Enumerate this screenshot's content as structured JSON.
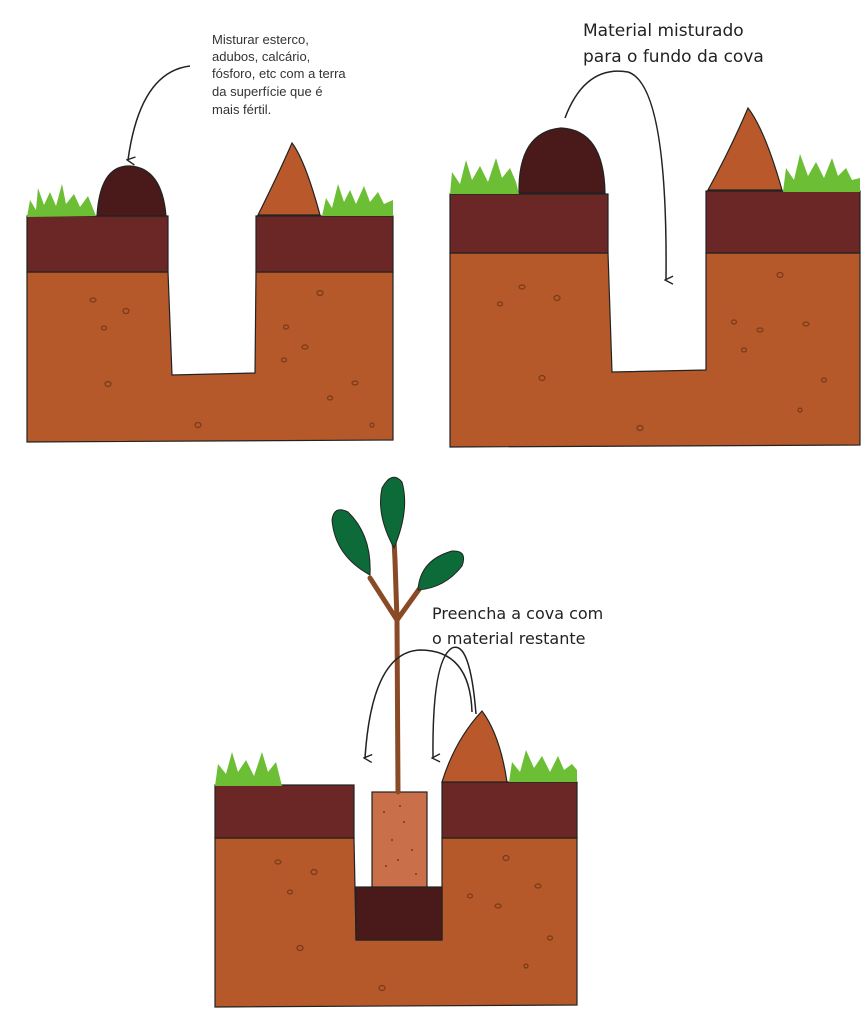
{
  "panels": [
    {
      "id": "step-1",
      "caption_lines": [
        "Misturar esterco,",
        "adubos, calcário,",
        "fósforo, etc com a terra",
        "da superfície que é",
        "mais fértil."
      ]
    },
    {
      "id": "step-2",
      "caption_lines": [
        "Material misturado",
        "para o fundo da cova"
      ]
    },
    {
      "id": "step-3",
      "caption_lines": [
        "Preencha a cova com",
        "o material restante"
      ]
    }
  ],
  "colors": {
    "subsoil": "#b5592b",
    "topsoil": "#6b2626",
    "topsoil_mound": "#4a1a1a",
    "subsoil_mound": "#b9592b",
    "grass": "#6cbf35",
    "leaf": "#0d6b3a",
    "stem": "#8a4a26",
    "root_ball": "#c9704b",
    "outline": "#222222"
  }
}
